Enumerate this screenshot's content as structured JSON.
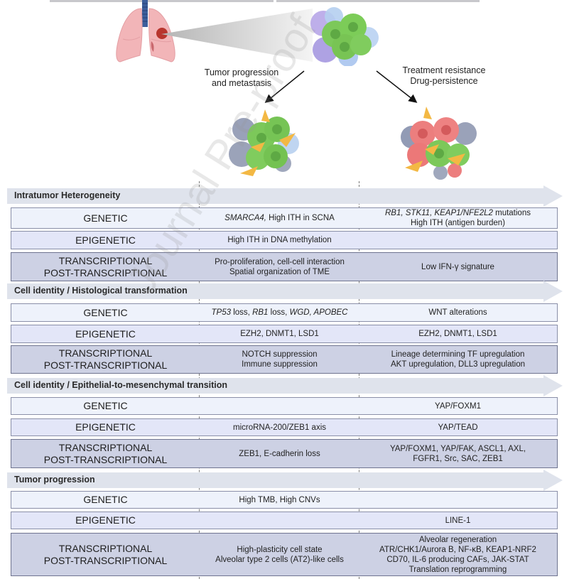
{
  "illustration": {
    "left_caption": [
      "Tumor progression",
      "and metastasis"
    ],
    "right_caption": [
      "Treatment resistance",
      "Drug-persistence"
    ],
    "icons": [
      "lung-with-tumor",
      "primary-tumor-cell-cluster",
      "progression-tumor-cluster",
      "resistant-tumor-cluster"
    ]
  },
  "watermark": "Journal Pre-proof",
  "colors": {
    "band": "#dfe3ec",
    "genetic_row": "#eef2fb",
    "epigenetic_row": "#e3e6f8",
    "transcriptional_row": "#cdd1e4",
    "row_border": "#8a8fa8"
  },
  "sections": [
    {
      "title": "Intratumor Heterogeneity",
      "rows": [
        {
          "label": "GENETIC",
          "progression": "SMARCA4, High ITH in SCNA",
          "resistance": "RB1, STK11, KEAP1/NFE2L2 mutations\nHigh ITH (antigen burden)"
        },
        {
          "label": "EPIGENETIC",
          "progression": "High ITH in DNA methylation",
          "resistance": ""
        },
        {
          "label": "TRANSCRIPTIONAL\nPOST-TRANSCRIPTIONAL",
          "progression": "Pro-proliferation, cell-cell interaction\nSpatial organization of TME",
          "resistance": "Low IFN-γ signature"
        }
      ]
    },
    {
      "title": "Cell identity / Histological transformation",
      "rows": [
        {
          "label": "GENETIC",
          "progression": "TP53 loss, RB1 loss, WGD, APOBEC",
          "resistance": "WNT alterations"
        },
        {
          "label": "EPIGENETIC",
          "progression": "EZH2, DNMT1, LSD1",
          "resistance": "EZH2, DNMT1, LSD1"
        },
        {
          "label": "TRANSCRIPTIONAL\nPOST-TRANSCRIPTIONAL",
          "progression": "NOTCH suppression\nImmune suppression",
          "resistance": "Lineage determining TF upregulation\nAKT upregulation, DLL3 upregulation"
        }
      ]
    },
    {
      "title": "Cell identity / Epithelial-to-mesenchymal transition",
      "rows": [
        {
          "label": "GENETIC",
          "progression": "",
          "resistance": "YAP/FOXM1"
        },
        {
          "label": "EPIGENETIC",
          "progression": "microRNA-200/ZEB1 axis",
          "resistance": "YAP/TEAD"
        },
        {
          "label": "TRANSCRIPTIONAL\nPOST-TRANSCRIPTIONAL",
          "progression": "ZEB1, E-cadherin loss",
          "resistance": "YAP/FOXM1, YAP/FAK, ASCL1, AXL,\nFGFR1, Src, SAC, ZEB1"
        }
      ]
    },
    {
      "title": "Tumor progression",
      "rows": [
        {
          "label": "GENETIC",
          "progression": "High TMB, High CNVs",
          "resistance": ""
        },
        {
          "label": "EPIGENETIC",
          "progression": "",
          "resistance": "LINE-1"
        },
        {
          "label": "TRANSCRIPTIONAL\nPOST-TRANSCRIPTIONAL",
          "progression": "High-plasticity cell state\nAlveolar type 2 cells (AT2)-like cells",
          "resistance": "Alveolar regeneration\nATR/CHK1/Aurora B, NF-κB, KEAP1-NRF2\nCD70, IL-6 producing CAFs, JAK-STAT\nTranslation reprogramming"
        }
      ]
    }
  ]
}
